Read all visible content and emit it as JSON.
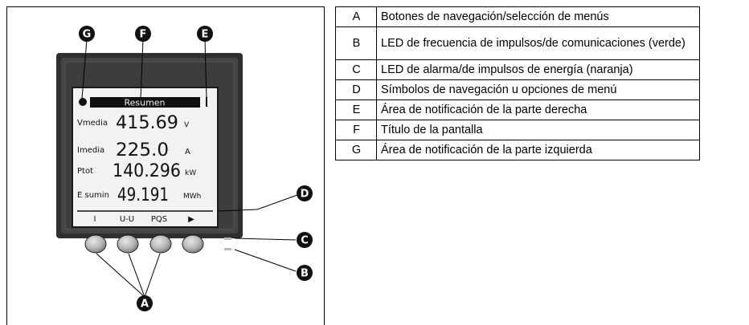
{
  "screen": {
    "title": "Resumen",
    "readings": [
      {
        "label": "Vmedia",
        "value": "415.69",
        "unit": "V"
      },
      {
        "label": "Imedia",
        "value": "225.0",
        "unit": "A"
      },
      {
        "label": "Ptot",
        "value": "140.296",
        "unit": "kW"
      },
      {
        "label": "E sumin",
        "value": "49.191",
        "unit": "MWh"
      }
    ],
    "menu": [
      "I",
      "U-U",
      "PQS",
      "▶"
    ]
  },
  "callouts": [
    "G",
    "F",
    "E",
    "D",
    "C",
    "B",
    "A"
  ],
  "legend": [
    {
      "key": "A",
      "text": "Botones de navegación/selección de menús"
    },
    {
      "key": "B",
      "text": "LED de frecuencia de impulsos/de comunicaciones (verde)"
    },
    {
      "key": "C",
      "text": "LED de alarma/de impulsos de energía (naranja)"
    },
    {
      "key": "D",
      "text": "Símbolos de navegación u opciones de menú"
    },
    {
      "key": "E",
      "text": "Área de notificación de la parte derecha"
    },
    {
      "key": "F",
      "text": "Título de la pantalla"
    },
    {
      "key": "G",
      "text": "Área de notificación de la parte izquierda"
    }
  ]
}
